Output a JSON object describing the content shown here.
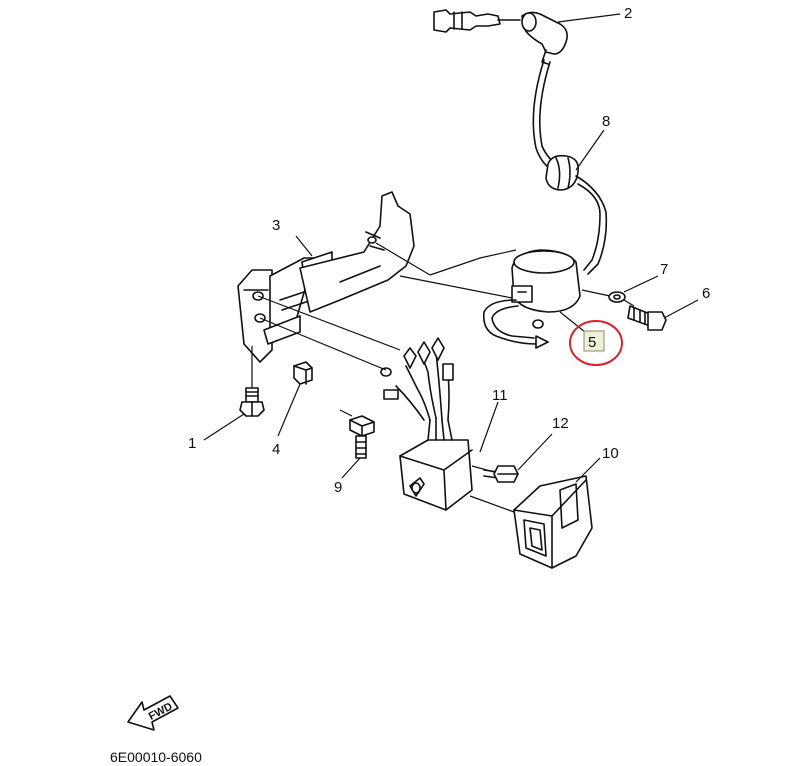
{
  "callouts": [
    {
      "id": "1",
      "label": "1"
    },
    {
      "id": "2",
      "label": "2"
    },
    {
      "id": "3",
      "label": "3"
    },
    {
      "id": "4",
      "label": "4"
    },
    {
      "id": "5",
      "label": "5"
    },
    {
      "id": "6",
      "label": "6"
    },
    {
      "id": "7",
      "label": "7"
    },
    {
      "id": "8",
      "label": "8"
    },
    {
      "id": "9",
      "label": "9"
    },
    {
      "id": "10",
      "label": "10"
    },
    {
      "id": "11",
      "label": "11"
    },
    {
      "id": "12",
      "label": "12"
    }
  ],
  "selected_callout": "5",
  "fwd_label": "FWD",
  "diagram_code": "6E00010-6060",
  "colors": {
    "line": "#111111",
    "highlight_ring": "#d9232a",
    "selected_box": "#eef0d8"
  }
}
